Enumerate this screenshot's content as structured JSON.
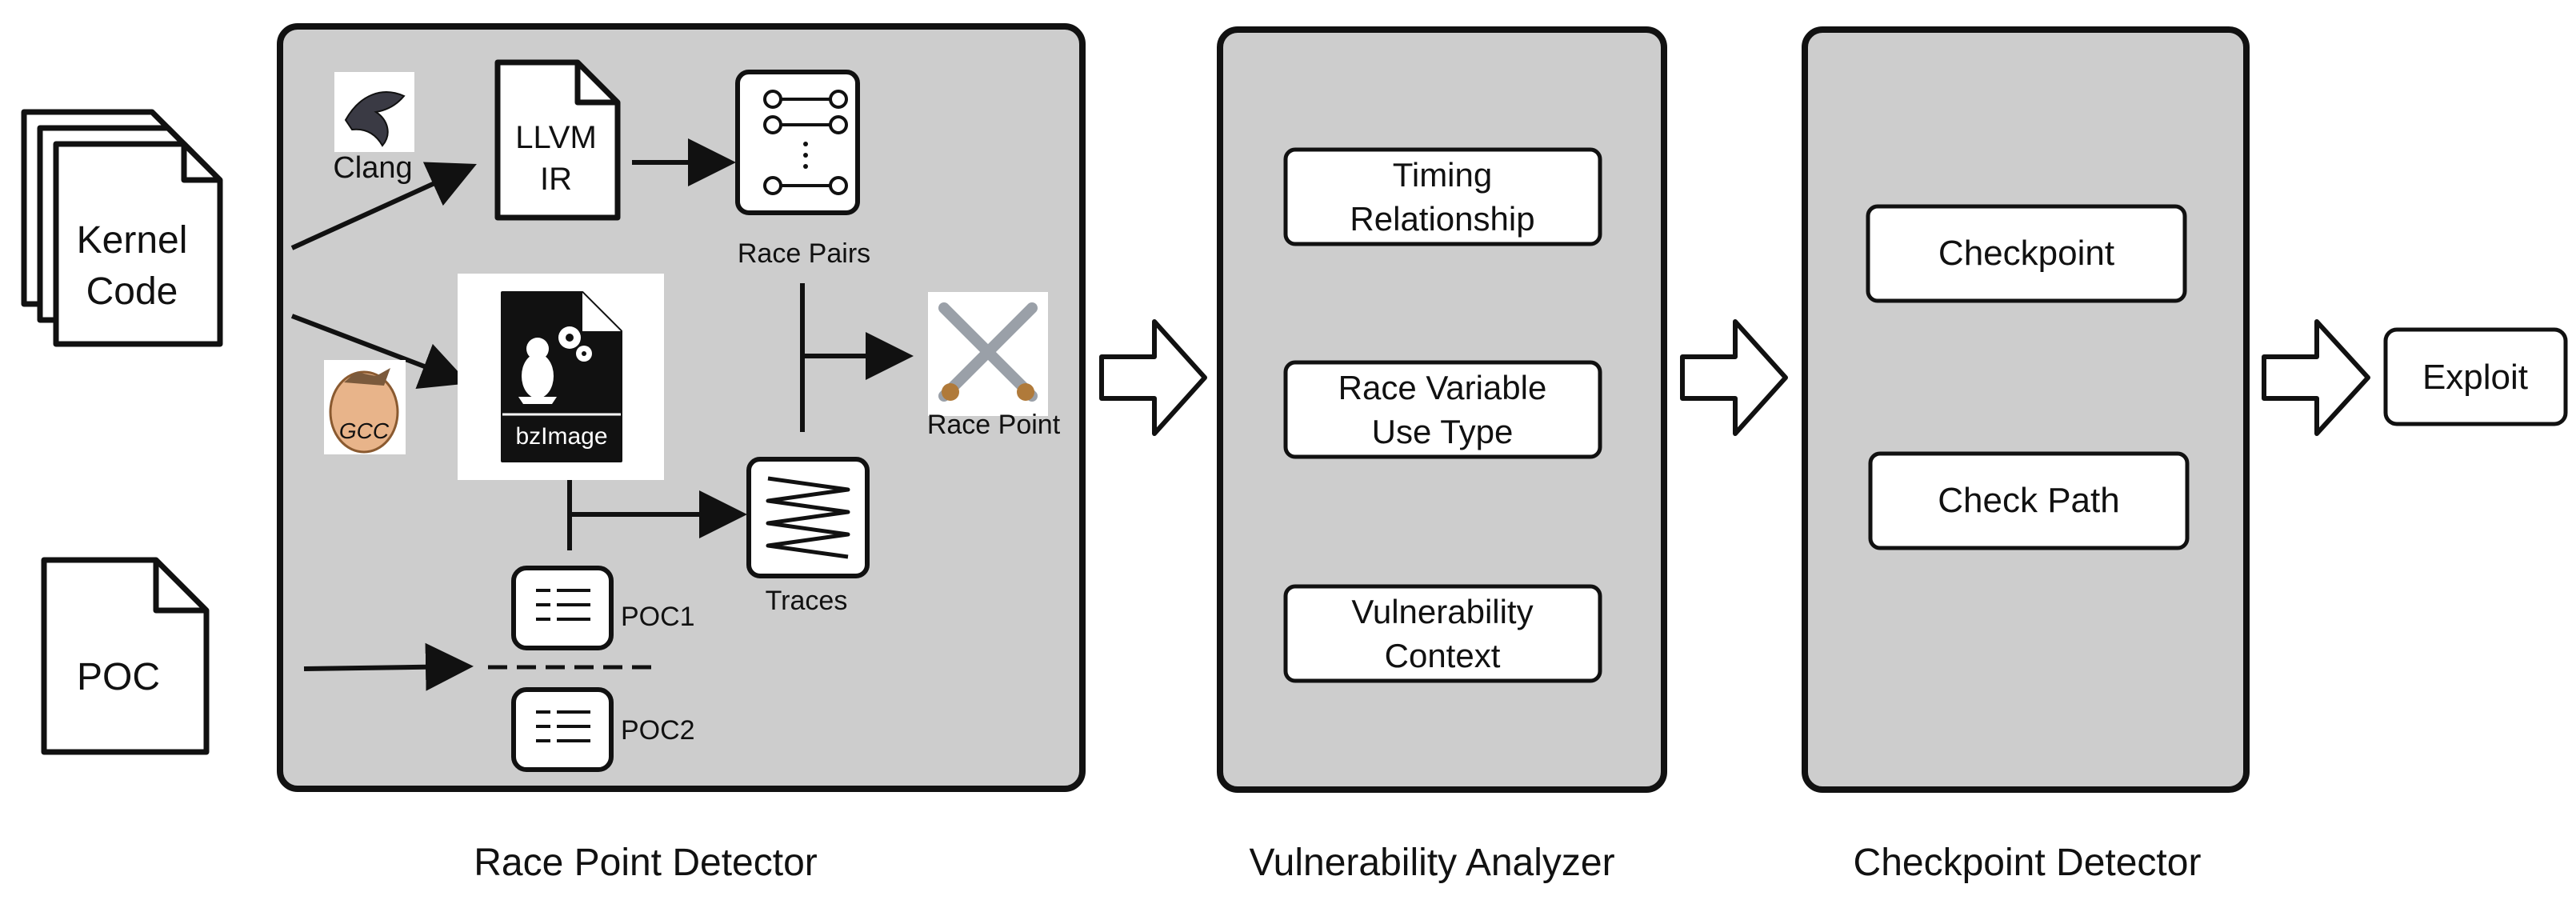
{
  "inputs": {
    "kernel_code": [
      "Kernel",
      "Code"
    ],
    "poc": "POC"
  },
  "race_point_detector": {
    "title": "Race Point Detector",
    "clang_label": "Clang",
    "gcc_label": "GCC",
    "llvm_ir": [
      "LLVM",
      "IR"
    ],
    "bzimage_label": "bzImage",
    "race_pairs_label": "Race Pairs",
    "traces_label": "Traces",
    "race_point_label": "Race Point",
    "poc1_label": "POC1",
    "poc2_label": "POC2"
  },
  "vulnerability_analyzer": {
    "title": "Vulnerability Analyzer",
    "items": [
      [
        "Timing",
        "Relationship"
      ],
      [
        "Race Variable",
        "Use Type"
      ],
      [
        "Vulnerability",
        "Context"
      ]
    ]
  },
  "checkpoint_detector": {
    "title": "Checkpoint Detector",
    "items": [
      "Checkpoint",
      "Check Path"
    ]
  },
  "output": {
    "label": "Exploit"
  },
  "colors": {
    "panel_fill": "#cdcdcd",
    "stroke": "#111111",
    "background": "#ffffff"
  }
}
